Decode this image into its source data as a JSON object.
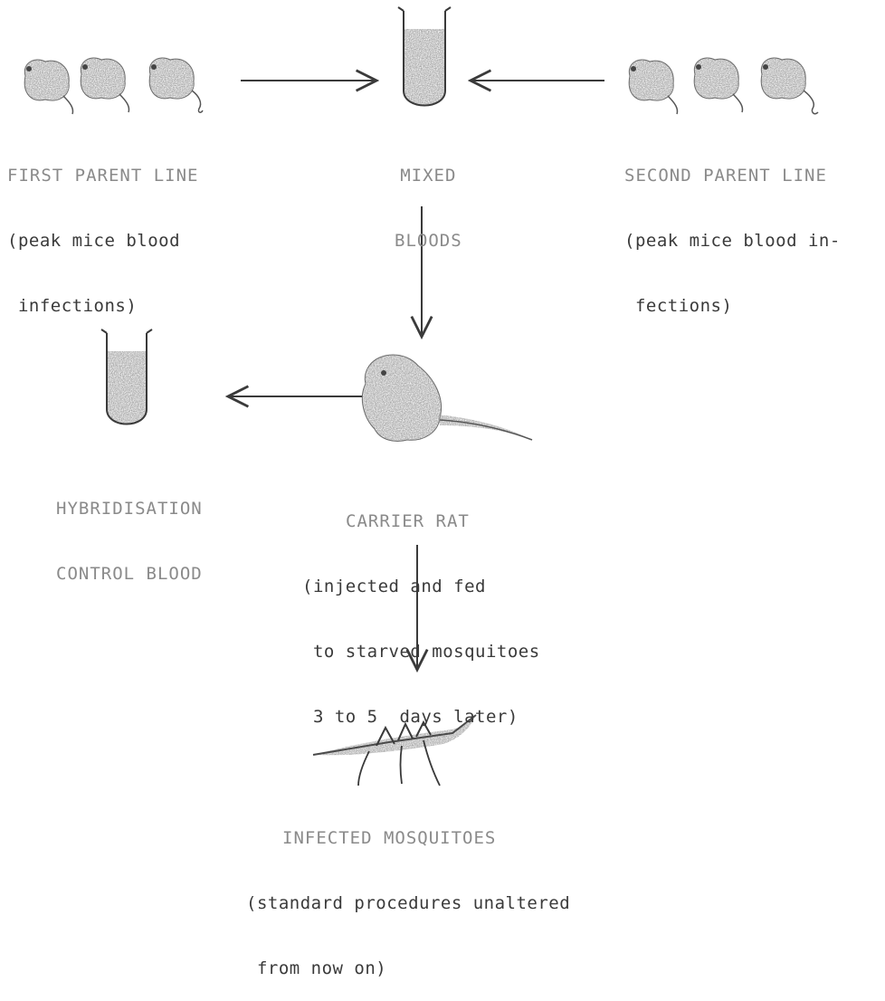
{
  "nodes": {
    "first_parent": {
      "title": "FIRST PARENT LINE",
      "note_line1": "(peak mice blood",
      "note_line2": " infections)"
    },
    "mixed_bloods": {
      "title_line1": "MIXED",
      "title_line2": "BLOODS"
    },
    "second_parent": {
      "title": "SECOND PARENT LINE",
      "note_line1": "(peak mice blood in-",
      "note_line2": " fections)"
    },
    "control_blood": {
      "title_line1": "HYBRIDISATION",
      "title_line2": "CONTROL BLOOD"
    },
    "carrier_rat": {
      "title": "CARRIER RAT",
      "note_line1": "(injected and fed",
      "note_line2": " to starved mosquitoes",
      "note_line3": " 3 to 5  days later)"
    },
    "mosquitoes": {
      "title": "INFECTED MOSQUITOES",
      "note_line1": "(standard procedures unaltered",
      "note_line2": " from now on)"
    }
  },
  "colors": {
    "ink": "#3a3a3a",
    "stipple": "#9a9a9a",
    "faded_text": "#8a8a8a"
  }
}
